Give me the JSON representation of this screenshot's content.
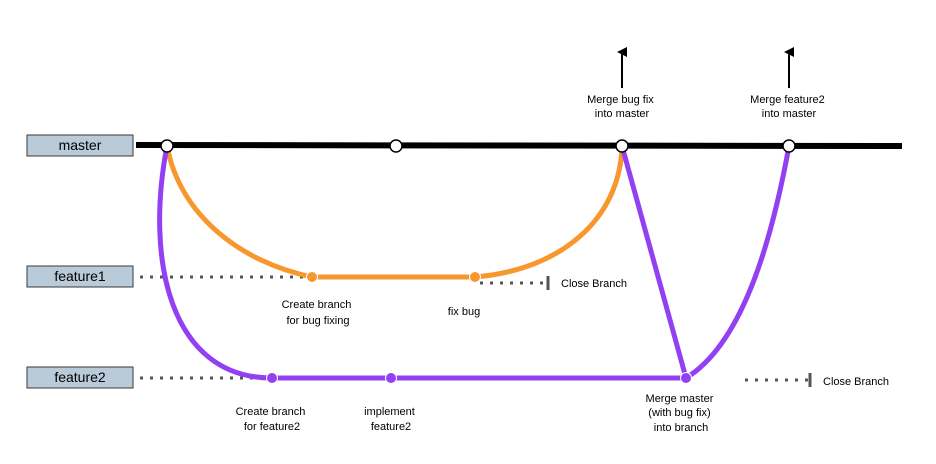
{
  "colors": {
    "master": "#000000",
    "feature1": "#f7982f",
    "feature2": "#9240f2",
    "label_box": "#b9cad8",
    "dotted": "#555555"
  },
  "branches": {
    "master": "master",
    "feature1": "feature1",
    "feature2": "feature2"
  },
  "annotations": {
    "merge_bugfix": [
      "Merge bug fix",
      "into master"
    ],
    "merge_feature2": [
      "Merge feature2",
      "into master"
    ],
    "create_bugfix": [
      "Create branch",
      "for bug fixing"
    ],
    "fix_bug": [
      "fix bug"
    ],
    "close_branch_1": [
      "Close Branch"
    ],
    "create_feature2": [
      "Create branch",
      "for feature2"
    ],
    "implement": [
      "implement",
      "feature2"
    ],
    "merge_master": [
      "Merge master",
      "(with bug fix)",
      "into branch"
    ],
    "close_branch_2": [
      "Close Branch"
    ]
  }
}
